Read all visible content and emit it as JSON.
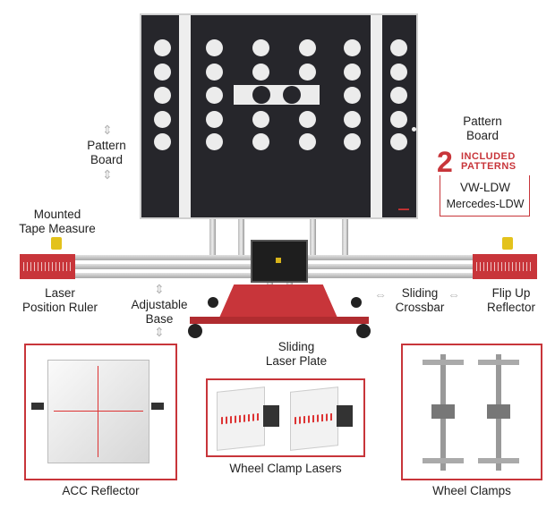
{
  "callouts": {
    "pattern_board_left": {
      "line1": "Pattern",
      "line2": "Board"
    },
    "pattern_board_right": {
      "line1": "Pattern",
      "line2": "Board"
    },
    "tape_measure": {
      "line1": "Mounted",
      "line2": "Tape Measure"
    },
    "laser_ruler": {
      "line1": "Laser",
      "line2": "Position Ruler"
    },
    "adjustable_base": {
      "line1": "Adjustable",
      "line2": "Base"
    },
    "sliding_crossbar": {
      "line1": "Sliding",
      "line2": "Crossbar"
    },
    "flip_reflector": {
      "line1": "Flip Up",
      "line2": "Reflector"
    },
    "sliding_laser_plate": {
      "line1": "Sliding",
      "line2": "Laser Plate"
    }
  },
  "patterns": {
    "count": "2",
    "line1": "INCLUDED",
    "line2": "PATTERNS",
    "items": [
      "VW-LDW",
      "Mercedes-LDW"
    ]
  },
  "panels": {
    "acc_reflector": "ACC Reflector",
    "wheel_clamp_lasers": "Wheel Clamp Lasers",
    "wheel_clamps": "Wheel Clamps"
  },
  "colors": {
    "accent": "#c8353a",
    "board": "#26262b",
    "dot": "#ececec"
  }
}
